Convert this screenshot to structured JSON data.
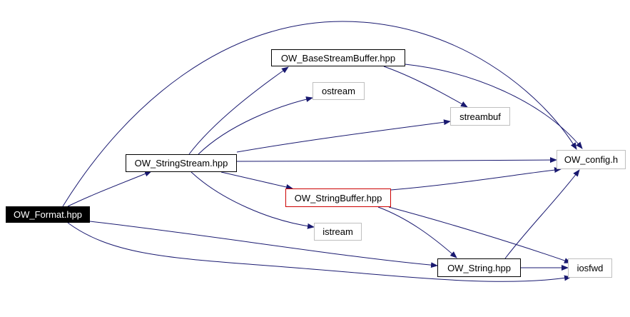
{
  "nodes": {
    "ow_format": "OW_Format.hpp",
    "ow_basestreambuffer": "OW_BaseStreamBuffer.hpp",
    "ostream": "ostream",
    "streambuf": "streambuf",
    "ow_stringstream": "OW_StringStream.hpp",
    "ow_config": "OW_config.h",
    "ow_stringbuffer": "OW_StringBuffer.hpp",
    "istream": "istream",
    "ow_string": "OW_String.hpp",
    "iosfwd": "iosfwd"
  },
  "colors": {
    "edge": "#191970",
    "root_fill": "#000000",
    "root_text": "#ffffff",
    "highlight_border": "#cc0000",
    "external_border": "#bfbfbf",
    "node_border": "#000000"
  }
}
